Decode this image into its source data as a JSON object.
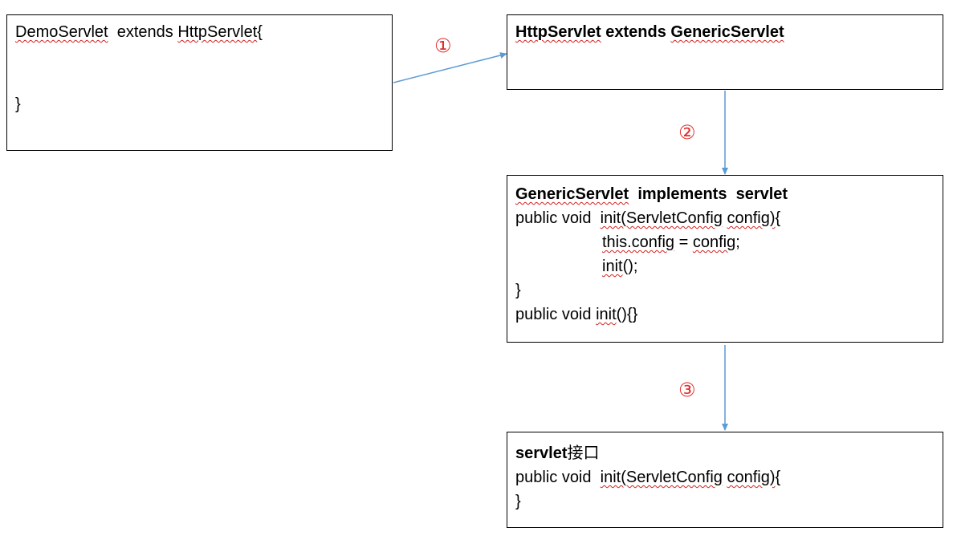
{
  "boxes": {
    "demo": {
      "line1": [
        "DemoServlet",
        "  extends ",
        "HttpServlet",
        "{"
      ],
      "close": "}"
    },
    "http": {
      "line1": [
        "HttpServlet",
        " extends ",
        "GenericServlet"
      ]
    },
    "generic": {
      "line1": [
        "GenericServlet",
        "  implements  servlet"
      ],
      "line2": [
        "public void  ",
        "init(ServletConfig",
        " ",
        "config)",
        "{"
      ],
      "line3": [
        "this.config",
        " = ",
        "config",
        ";"
      ],
      "line4": [
        "init",
        "();"
      ],
      "line5": "}",
      "line6": [
        "public void ",
        "init",
        "(){}"
      ]
    },
    "servlet": {
      "line1": [
        "servlet",
        "接口"
      ],
      "line2": [
        "public void  ",
        "init(ServletConfig",
        " ",
        "config)",
        "{"
      ],
      "line3": "}"
    }
  },
  "steps": [
    "①",
    "②",
    "③"
  ],
  "colors": {
    "arrow": "#5b9bd5",
    "step": "#e32b2b",
    "squiggle": "#d62020"
  }
}
